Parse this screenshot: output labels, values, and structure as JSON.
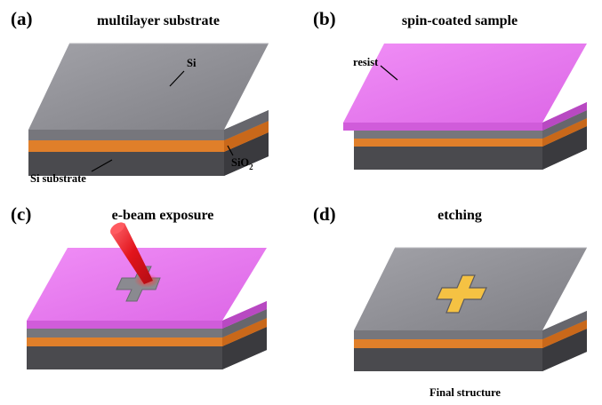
{
  "figure": {
    "panels": [
      {
        "letter": "(a)",
        "title": "multilayer substrate",
        "labels": {
          "si": "Si",
          "sio2_main": "SiO",
          "sio2_sub": "2",
          "substrate": "Si substrate"
        }
      },
      {
        "letter": "(b)",
        "title": "spin-coated sample",
        "labels": {
          "resist": "resist"
        }
      },
      {
        "letter": "(c)",
        "title": "e-beam exposure",
        "labels": {}
      },
      {
        "letter": "(d)",
        "title": "etching",
        "labels": {
          "caption": "Final structure"
        }
      }
    ],
    "colors": {
      "si_top": "#8f8f95",
      "si_side": "#76767c",
      "sio2": "#e07f2a",
      "substrate": "#4a4a4e",
      "resist": "#e678ee",
      "cross_fill": "#f5c243",
      "beam": "#e5141c"
    }
  }
}
